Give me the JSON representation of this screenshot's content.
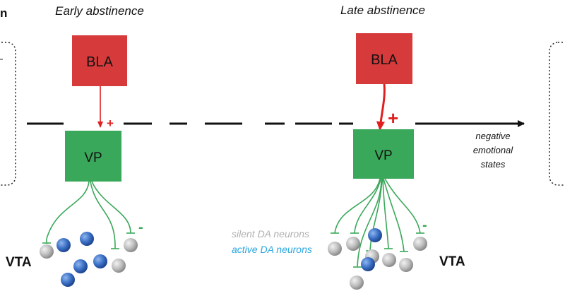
{
  "panels": {
    "early": {
      "title": "Early abstinence"
    },
    "late": {
      "title": "Late abstinence"
    }
  },
  "nodes": {
    "bla_early": "BLA",
    "vp_early": "VP",
    "bla_late": "BLA",
    "vp_late": "VP"
  },
  "signs": {
    "plus_early": "+",
    "plus_late": "+",
    "minus_early": "-",
    "minus_late": "-"
  },
  "region": {
    "vta_early": "VTA",
    "vta_late": "VTA"
  },
  "outcome": {
    "line1": "negative",
    "line2": "emotional",
    "line3": "states"
  },
  "legend": {
    "silent": "silent DA neurons",
    "active": "active DA neurons"
  },
  "edge_text": "n",
  "colors": {
    "bla": "#d63a3a",
    "vp": "#3aa85a",
    "silent_neuron": "#bdbdbd",
    "active_neuron": "#3a6fc4",
    "excitation": "#e02020",
    "inhibition": "#3aa85a",
    "silent_text": "#b0b0b0",
    "active_text": "#2aa6e0"
  }
}
